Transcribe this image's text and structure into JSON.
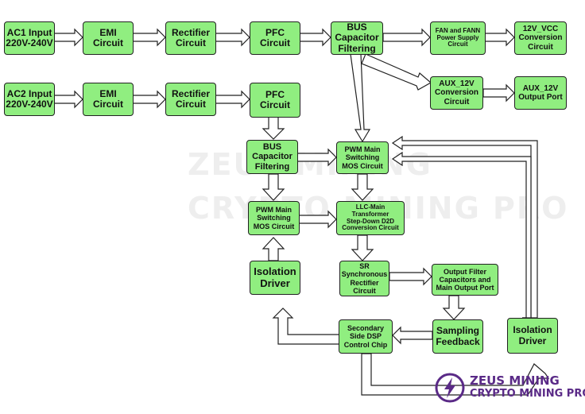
{
  "watermark": {
    "line1": "ZEUS MINING",
    "line2": "CRYPTO MINING PRO"
  },
  "logo": {
    "line1": "ZEUS MINING",
    "line2": "CRYPTO MINING PRO",
    "color": "#5a2a87"
  },
  "colors": {
    "block_fill": "#90ee80",
    "block_border": "#222222"
  },
  "blocks": {
    "ac1_input": "AC1 Input\n220V-240V",
    "emi_1": "EMI Circuit",
    "rectifier_1": "Rectifier\nCircuit",
    "pfc_1": "PFC\nCircuit",
    "bus_cap_1": "BUS\nCapacitor\nFiltering",
    "fan_supply": "FAN and FANN\nPower Supply\nCircuit",
    "vcc_12v": "12V_VCC\nConversion\nCircuit",
    "aux_12v_conv": "AUX_12V\nConversion\nCircuit",
    "aux_12v_out": "AUX_12V\nOutput Port",
    "ac2_input": "AC2 Input\n220V-240V",
    "emi_2": "EMI Circuit",
    "rectifier_2": "Rectifier\nCircuit",
    "pfc_2": "PFC\nCircuit",
    "bus_cap_2": "BUS\nCapacitor\nFiltering",
    "pwm_main_1": "PWM Main\nSwitching\nMOS Circuit",
    "pwm_main_2": "PWM Main\nSwitching\nMOS Circuit",
    "llc_transformer": "LLC-Main\nTransformer\nStep-Down D2D\nConversion Circuit",
    "sr_rectifier": "SR\nSynchronous\nRectifier\nCircuit",
    "output_filter": "Output Filter\nCapacitors and\nMain Output Port",
    "isolation_driver_left": "Isolation\nDriver",
    "sampling_feedback": "Sampling\nFeedback",
    "secondary_dsp": "Secondary\nSide DSP\nControl Chip",
    "isolation_driver_right": "Isolation\nDriver"
  }
}
